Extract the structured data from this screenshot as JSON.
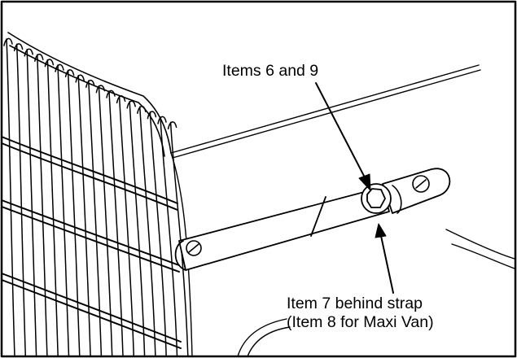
{
  "figure": {
    "callouts": {
      "top_label": "Items 6 and 9",
      "bottom_label_line1": "Item 7 behind strap",
      "bottom_label_line2": "(Item 8 for Maxi Van)"
    },
    "colors": {
      "ink": "#000000",
      "paper": "#ffffff"
    },
    "icons": [
      "hex-nut-icon",
      "screw-head-icon",
      "arrow-icon"
    ]
  }
}
